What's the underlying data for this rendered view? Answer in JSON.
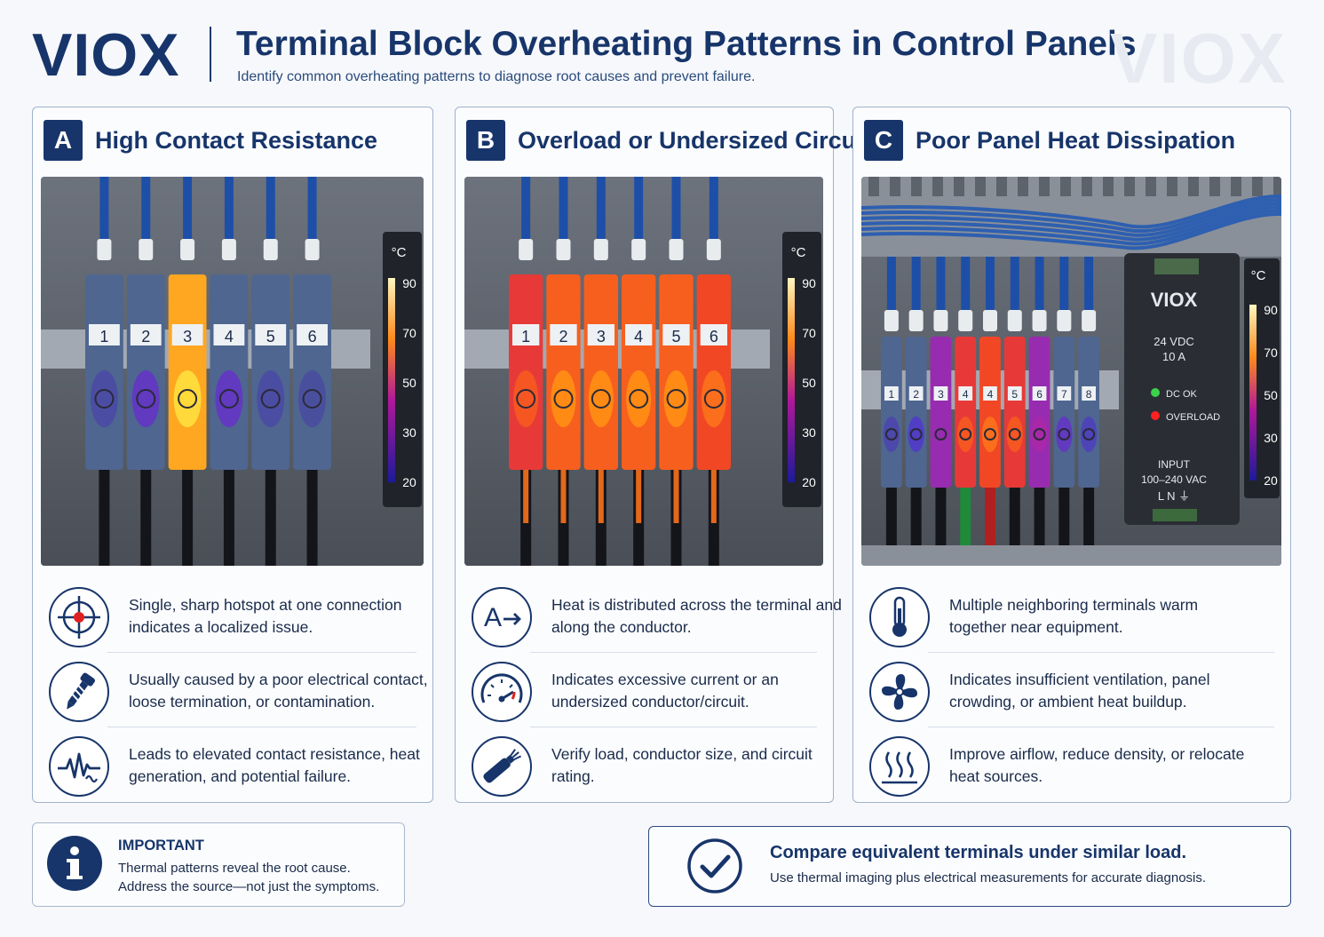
{
  "header": {
    "logo": "VIOX",
    "title": "Terminal Block Overheating Patterns in Control Panels",
    "subtitle": "Identify common overheating patterns to diagnose root causes and prevent failure.",
    "watermark": "VIOX"
  },
  "scale": {
    "unit": "°C",
    "ticks": [
      "90",
      "70",
      "50",
      "30",
      "20"
    ]
  },
  "cards": [
    {
      "letter": "A",
      "title": "High Contact Resistance",
      "terminals": [
        "1",
        "2",
        "3",
        "4",
        "5",
        "6"
      ],
      "heat": [
        0.12,
        0.3,
        1.0,
        0.3,
        0.12,
        0.1
      ],
      "items": [
        {
          "icon": "crosshair-icon",
          "text": "Single, sharp hotspot at one connection indicates a localized issue."
        },
        {
          "icon": "screw-icon",
          "text": "Usually caused by a poor electrical contact, loose termination, or contamination."
        },
        {
          "icon": "waveform-icon",
          "text": "Leads to elevated contact resistance, heat generation, and potential failure."
        }
      ]
    },
    {
      "letter": "B",
      "title": "Overload or Undersized Circuit",
      "terminals": [
        "1",
        "2",
        "3",
        "4",
        "5",
        "6"
      ],
      "heat": [
        0.75,
        0.85,
        0.85,
        0.85,
        0.85,
        0.8
      ],
      "items": [
        {
          "icon": "current-icon",
          "text": "Heat is distributed across the terminal and along the conductor."
        },
        {
          "icon": "gauge-icon",
          "text": "Indicates excessive current or an undersized conductor/circuit."
        },
        {
          "icon": "cable-icon",
          "text": "Verify load, conductor size, and circuit rating."
        }
      ]
    },
    {
      "letter": "C",
      "title": "Poor Panel Heat Dissipation",
      "terminals": [
        "1",
        "2",
        "3",
        "4",
        "4",
        "5",
        "6",
        "7",
        "8"
      ],
      "heat": [
        0.15,
        0.25,
        0.45,
        0.75,
        0.8,
        0.75,
        0.5,
        0.3,
        0.2
      ],
      "psu": {
        "brand": "VIOX",
        "rating_v": "24 VDC",
        "rating_a": "10 A",
        "led1": "DC OK",
        "led2": "OVERLOAD",
        "input_label": "INPUT",
        "input_range": "100–240 VAC",
        "input_terms": "L  N  ⏚"
      },
      "items": [
        {
          "icon": "thermometer-icon",
          "text": "Multiple neighboring terminals warm together near equipment."
        },
        {
          "icon": "fan-icon",
          "text": "Indicates insufficient ventilation, panel crowding, or ambient heat buildup."
        },
        {
          "icon": "heat-waves-icon",
          "text": "Improve airflow, reduce density, or relocate heat sources."
        }
      ]
    }
  ],
  "important": {
    "title": "IMPORTANT",
    "line1": "Thermal patterns reveal the root cause.",
    "line2": "Address the source—not just the symptoms."
  },
  "compare": {
    "title": "Compare equivalent terminals under similar load.",
    "text": "Use thermal imaging plus electrical measurements for accurate diagnosis."
  },
  "colors": {
    "navy": "#17356a",
    "hot": "#ff8a1a",
    "cold": "#2b2ab0"
  }
}
